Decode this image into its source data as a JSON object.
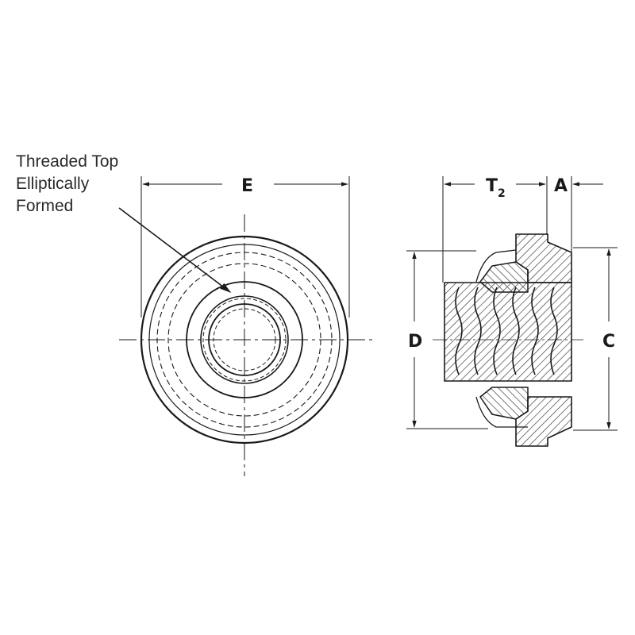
{
  "callout": {
    "lines": [
      "Threaded Top",
      "Elliptically",
      "Formed"
    ]
  },
  "dimensions": {
    "E": "E",
    "T": "T",
    "T_sub": "2",
    "A": "A",
    "D": "D",
    "C": "C"
  },
  "colors": {
    "line": "#1a1a1a",
    "hatch": "#333333",
    "background": "#ffffff"
  }
}
